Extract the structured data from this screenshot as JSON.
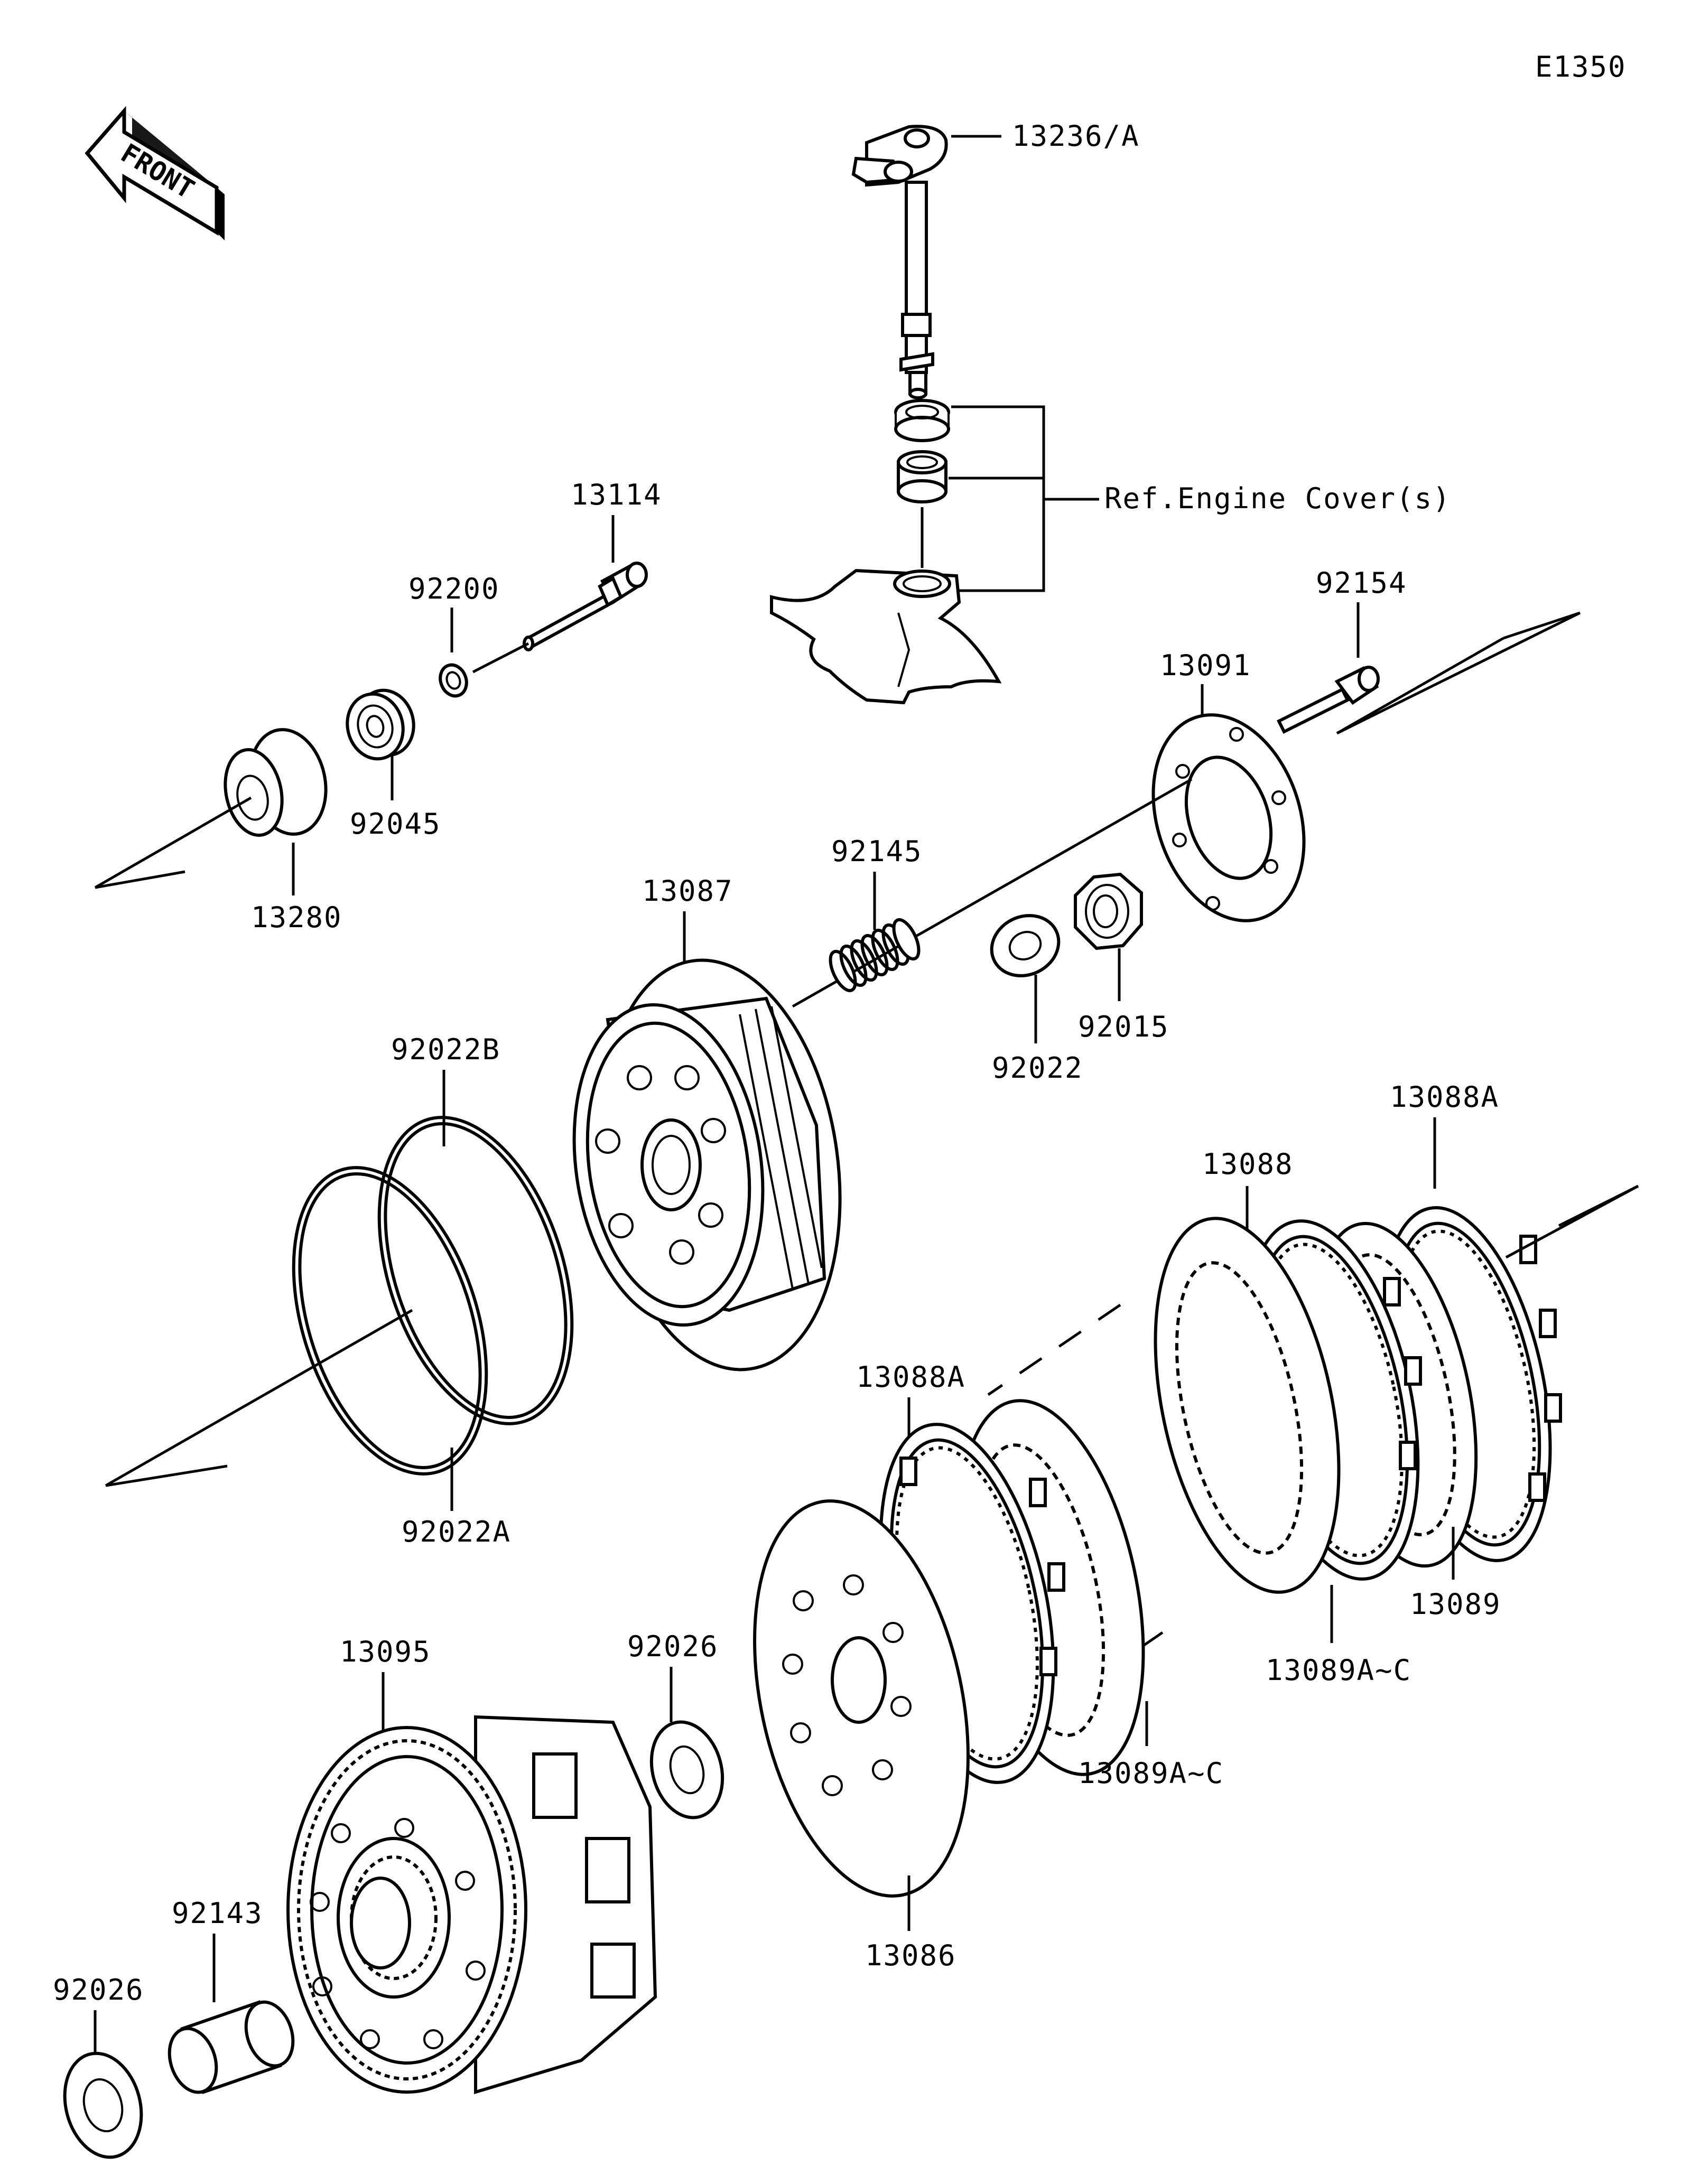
{
  "diagram_code": "E1350",
  "front_label": "FRONT",
  "ref_note": "Ref.Engine Cover(s)",
  "callouts": {
    "p13236": "13236/A",
    "p13114": "13114",
    "p92200": "92200",
    "p92154": "92154",
    "p13091": "13091",
    "p92045": "92045",
    "p13280": "13280",
    "p92145": "92145",
    "p13087": "13087",
    "p92022": "92022",
    "p92015": "92015",
    "p92022B": "92022B",
    "p92022A": "92022A",
    "p13088A_top": "13088A",
    "p13088": "13088",
    "p13088A_low": "13088A",
    "p13089": "13089",
    "p13089AC_1": "13089A~C",
    "p13089AC_2": "13089A~C",
    "p92026_mid": "92026",
    "p13095": "13095",
    "p13086": "13086",
    "p92143": "92143",
    "p92026_low": "92026"
  }
}
